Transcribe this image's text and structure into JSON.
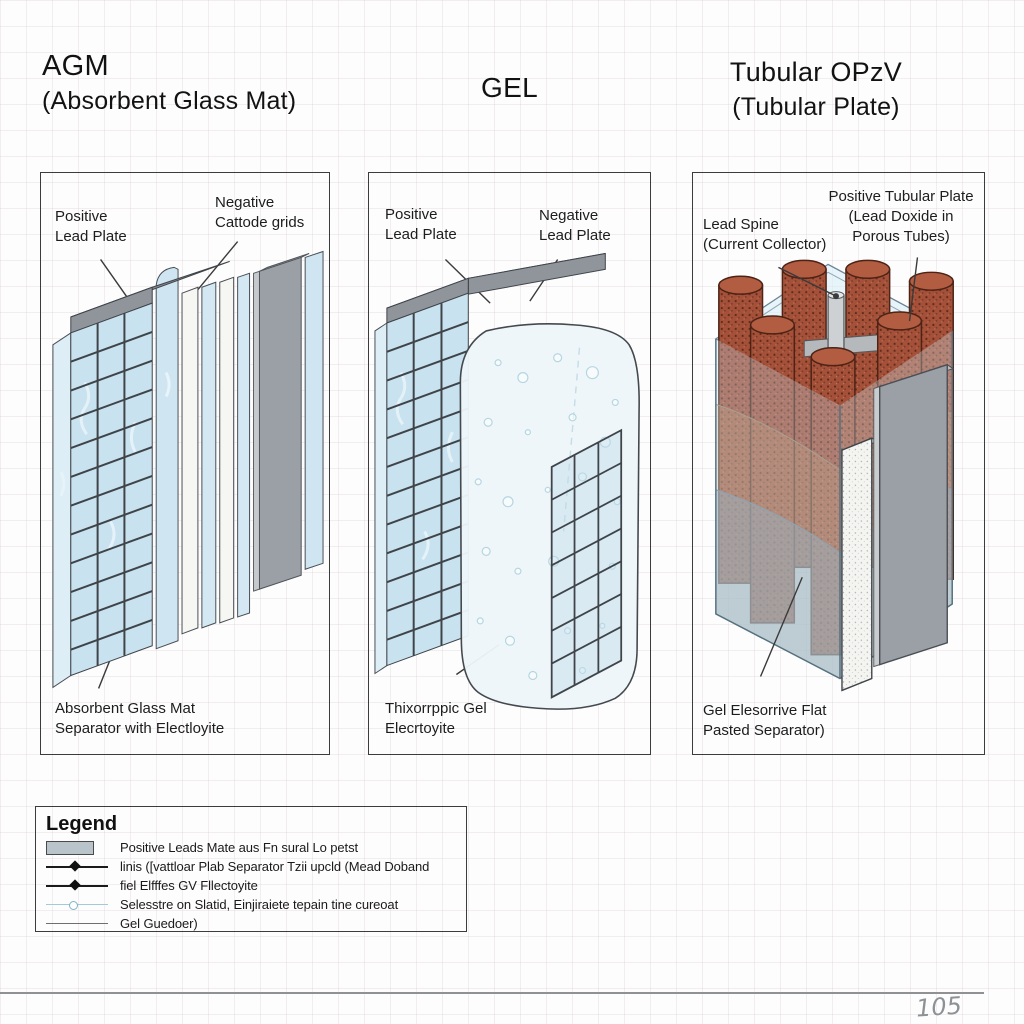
{
  "titles": {
    "agm": {
      "line1": "AGM",
      "line2": "(Absorbent Glass Mat)"
    },
    "gel": {
      "line1": "GEL"
    },
    "opzv": {
      "line1": "Tubular OPzV",
      "line2": "(Tubular Plate)"
    }
  },
  "panels": {
    "agm": {
      "label_positive": "Positive\nLead Plate",
      "label_negative": "Negative\nCattode grids",
      "label_bottom": "Absorbent Glass Mat\nSeparator with Electloyite"
    },
    "gel": {
      "label_positive": "Positive\nLead Plate",
      "label_negative": "Negative\nLead Plate",
      "label_bottom": "Thixorrppic Gel\nElecrtoyite"
    },
    "opzv": {
      "label_spine": "Lead Spine\n(Current Collector)",
      "label_tubular": "Positive Tubular Plate\n(Lead Doxide in\nPorous Tubes)",
      "label_bottom": "Gel Elesorrive Flat\nPasted Separator)"
    }
  },
  "legend": {
    "title": "Legend",
    "items": [
      {
        "marker": "swatch",
        "label": "Positive Leads Mate aus Fn sural Lo petst"
      },
      {
        "marker": "diamond-line",
        "label": "linis ([vattloar Plab Separator Tzii upcld (Mead Doband"
      },
      {
        "marker": "diamond-line",
        "label": "fiel Elfffes GV Fllectoyite"
      },
      {
        "marker": "circle-line",
        "label": "Selesstre on Slatid, Einjiraiete tepain tine cureoat"
      },
      {
        "marker": "plain-line",
        "label": "Gel Guedoer)"
      }
    ]
  },
  "footer": {
    "page_number": "105"
  },
  "colors": {
    "grid_paper_line": "#efe8ec",
    "panel_border": "#3c3c3c",
    "plate_blue": "#c9e2ef",
    "grid_line_dark": "#3f4449",
    "plate_gray": "#9aa0a5",
    "cap_gray": "#8f959b",
    "tube_brown": "#a5513a",
    "gel_fill": "#edf6f9",
    "container_blue": "#d8eef6",
    "legend_swatch": "#b9c3ca",
    "legend_blue_line": "#a3c9da"
  }
}
